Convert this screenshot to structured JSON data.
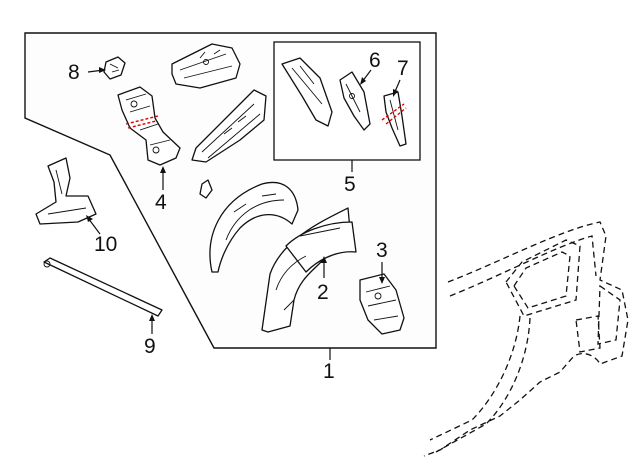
{
  "callouts": {
    "c1": "1",
    "c2": "2",
    "c3": "3",
    "c4": "4",
    "c5": "5",
    "c6": "6",
    "c7": "7",
    "c8": "8",
    "c9": "9",
    "c10": "10"
  },
  "colors": {
    "line": "#111111",
    "cut_mark": "#e00000",
    "background": "#ffffff"
  }
}
